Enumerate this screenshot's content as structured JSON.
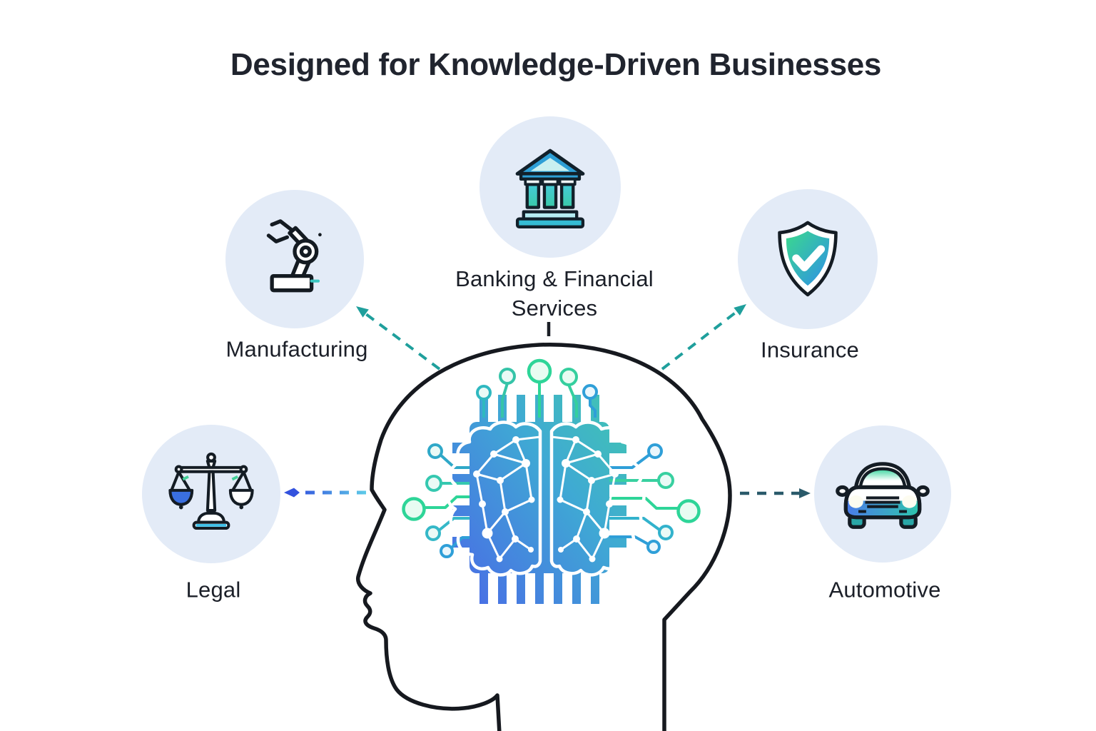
{
  "title": "Designed for Knowledge-Driven Businesses",
  "industries": [
    {
      "id": "manufacturing",
      "label": "Manufacturing",
      "icon": "robotic-arm-icon"
    },
    {
      "id": "banking",
      "label": "Banking & Financial Services",
      "icon": "bank-building-icon"
    },
    {
      "id": "insurance",
      "label": "Insurance",
      "icon": "shield-check-icon"
    },
    {
      "id": "legal",
      "label": "Legal",
      "icon": "scales-of-justice-icon"
    },
    {
      "id": "automotive",
      "label": "Automotive",
      "icon": "car-front-icon"
    }
  ],
  "center": {
    "icon": "head-profile-with-ai-chip-brain"
  },
  "colors": {
    "background": "#ffffff",
    "title_text": "#20242e",
    "label_text": "#1b1f28",
    "icon_bubble_bg": "#e3ebf7",
    "head_outline": "#16191f",
    "chip_gradient_start": "#4b63e8",
    "chip_gradient_end": "#42d0a4",
    "circuit_green": "#2ed598",
    "circuit_teal": "#2fb8c0",
    "circuit_blue": "#2f9fd8",
    "arrow_teal": "#1f9f9c",
    "arrow_dark_teal": "#2a5a6a",
    "arrow_blue": "#3352de",
    "arrow_cyan": "#5ecbe8"
  }
}
